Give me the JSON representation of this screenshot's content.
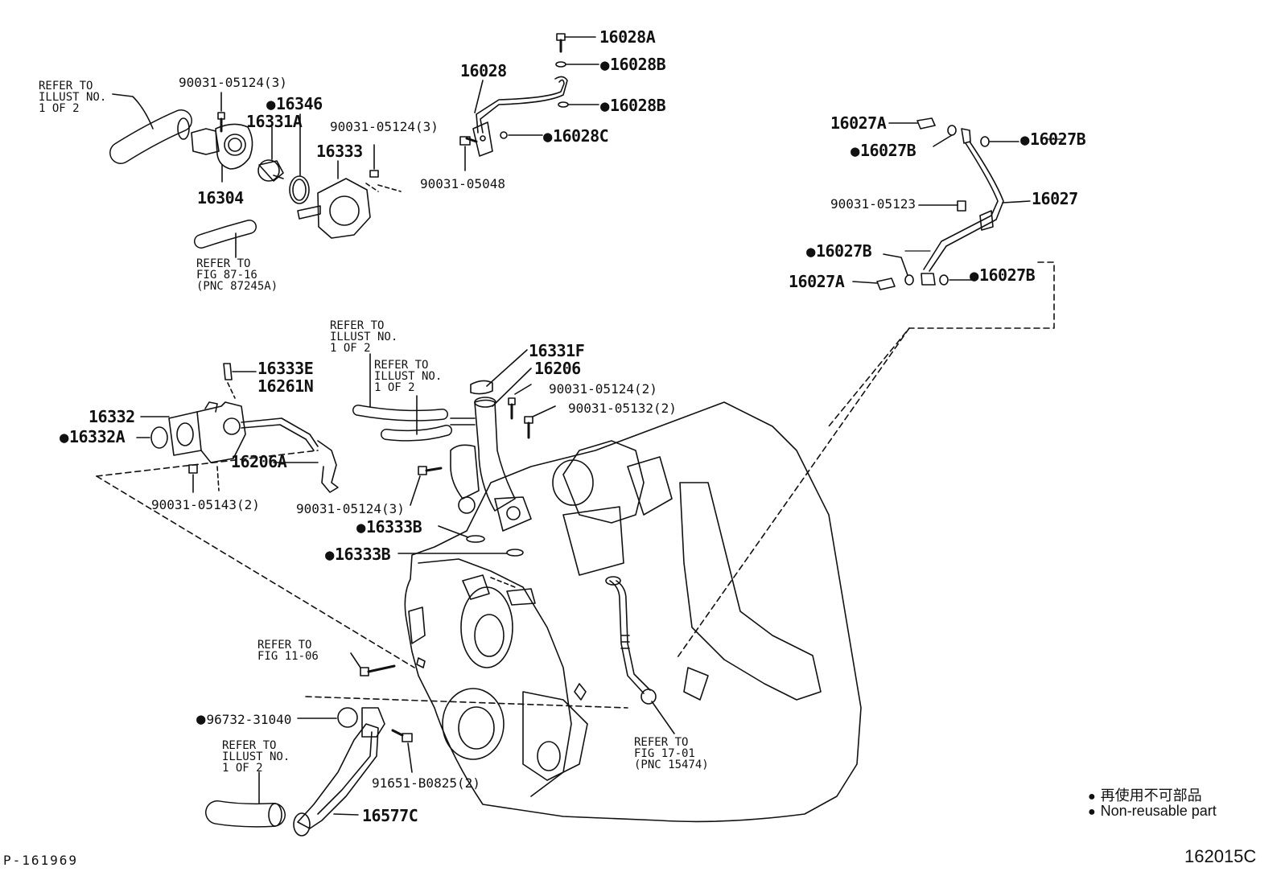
{
  "parts": {
    "p16028A": "16028A",
    "p16028B_1": "16028B",
    "p16028B_2": "16028B",
    "p16028": "16028",
    "p16028C": "16028C",
    "p90031_05048": "90031-05048",
    "p90031_05124_3a": "90031-05124(3)",
    "p16346": "16346",
    "p16331A": "16331A",
    "p16333": "16333",
    "p90031_05124_3b": "90031-05124(3)",
    "p16304": "16304",
    "p16027A_1": "16027A",
    "p16027B_1": "16027B",
    "p16027B_2": "16027B",
    "p90031_05123": "90031-05123",
    "p16027": "16027",
    "p16027B_3": "16027B",
    "p16027A_2": "16027A",
    "p16027B_4": "16027B",
    "p16333E": "16333E",
    "p16261N": "16261N",
    "p16332": "16332",
    "p16332A": "16332A",
    "p16206A": "16206A",
    "p90031_05143_2": "90031-05143(2)",
    "p16331F": "16331F",
    "p16206": "16206",
    "p90031_05124_2": "90031-05124(2)",
    "p90031_05132_2": "90031-05132(2)",
    "p90031_05124_3c": "90031-05124(3)",
    "p16333B_1": "16333B",
    "p16333B_2": "16333B",
    "p96732_31040": "96732-31040",
    "p91651_B0825_2": "91651-B0825(2)",
    "p16577C": "16577C"
  },
  "refs": {
    "r1": "REFER TO\nILLUST NO.\n1 OF 2",
    "r2": "REFER TO\nFIG 87-16\n(PNC 87245A)",
    "r3": "REFER TO\nILLUST NO.\n1 OF 2",
    "r4": "REFER TO\nILLUST NO.\n1 OF 2",
    "r5": "REFER TO\nFIG 11-06",
    "r6": "REFER TO\nILLUST NO.\n1 OF 2",
    "r7": "REFER TO\nFIG 17-01\n(PNC 15474)"
  },
  "legend": {
    "line1": "再使用不可部品",
    "line2": "Non-reusable part"
  },
  "footer": {
    "left": "P-161969",
    "right": "162015C"
  }
}
